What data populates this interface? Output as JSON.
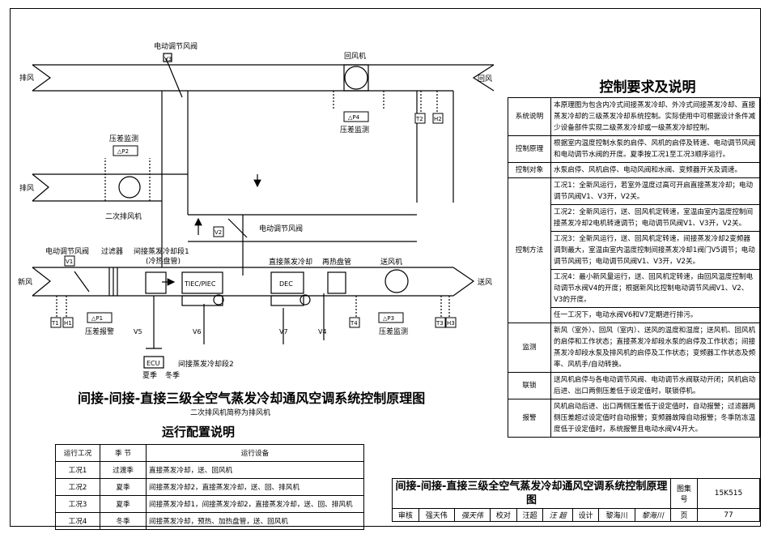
{
  "diagram": {
    "labels": {
      "exhaust_air": "排风",
      "return_air": "回风",
      "fresh_air": "新风",
      "supply_air": "送风",
      "secondary_exhaust": "排风",
      "motor_damper_top": "电动调节风阀",
      "return_fan": "回风机",
      "diff_pressure_monitor_top": "压差监测",
      "secondary_exhaust_fan": "二次排风机",
      "motor_damper_mid": "电动调节风阀",
      "motor_damper_left": "电动调节风阀",
      "filter": "过滤器",
      "indirect_section_1": "间接蒸发冷却段1",
      "indirect_section_1_note": "(冷热盘管)",
      "direct_cooling": "直接蒸发冷却",
      "reheat_coil": "再热盘管",
      "supply_fan": "送风机",
      "diff_pressure_alarm": "压差报警",
      "diff_pressure_monitor_right": "压差监测",
      "indirect_section_2": "间接蒸发冷却段2",
      "summer": "夏季",
      "winter": "冬季",
      "ecu": "ECU",
      "tiec_piec": "TIEC/PIEC",
      "dec": "DEC"
    },
    "tags": {
      "v1": "V1",
      "v2": "V2",
      "v3": "V3",
      "v4": "V4",
      "v5": "V5",
      "v6": "V6",
      "v7": "V7",
      "t1": "T1",
      "h1": "H1",
      "t2": "T2",
      "h2": "H2",
      "t3": "T3",
      "h3": "H3",
      "t4": "T4",
      "p1": "△P1",
      "p2": "△P2",
      "p3": "△P3",
      "p4": "△P4"
    }
  },
  "titles": {
    "main": "间接-间接-直接三级全空气蒸发冷却通风空调系统控制原理图",
    "sub_note": "二次排风机简称为排风机",
    "control": "控制要求及说明",
    "run_config": "运行配置说明"
  },
  "control_table": [
    {
      "cat": "系统说明",
      "desc": "本原理图为包含内冷式间接蒸发冷却、外冷式间接蒸发冷却、直接蒸发冷却的三级蒸发冷却系统控制。实际使用中可根据设计条件减少设备部件实现二级蒸发冷却或一级蒸发冷却控制。"
    },
    {
      "cat": "控制原理",
      "desc": "根据室内温度控制水泵的启停、风机的启停及转速、电动调节风阀和电动调节水阀的开度。夏季按工况1至工况3顺序运行。"
    },
    {
      "cat": "控制对象",
      "desc": "水泵启停、风机启停、电动风阀和水阀、变频器开关及调速。"
    },
    {
      "cat": "控制方法",
      "desc": "工况1：全新风运行，若室外温度过高可开启直接蒸发冷却；电动调节风阀V1、V3开，V2关。"
    },
    {
      "cat": "",
      "desc": "工况2：全新风运行，送、回风机定转速，室温由室内温度控制间接蒸发冷却2电机转速调节；电动调节风阀V1、V3开，V2关。"
    },
    {
      "cat": "",
      "desc": "工况3：全新风运行，送、回风机定转速，间接蒸发冷却2变频器调到最大，室温由室内温度控制间接蒸发冷却1阀门V5调节；电动调节风阀节；电动调节风阀V1、V3开，V2关。"
    },
    {
      "cat": "",
      "desc": "工况4：最小新风量运行，送、回风机定转速，由回风温度控制电动调节水阀V4的开度；根据新风比控制电动调节风阀V1、V2、V3的开度。"
    },
    {
      "cat": "",
      "desc": "任一工况下，电动水阀V6和V7定期进行排污。"
    },
    {
      "cat": "监测",
      "desc": "新风（室外）、回风（室内）、送风的温度和湿度；送风机、回风机的启停和工作状态；直接蒸发冷却段水泵的启停及工作状态；间接蒸发冷却段水泵及排风机的启停及工作状态；变频器工作状态及频率、风机手/自动转换。"
    },
    {
      "cat": "联锁",
      "desc": "送风机启停与各电动调节风阀、电动调节水阀联动开闭；风机启动后进、出口两侧压差低于设定值时，联锁停机。"
    },
    {
      "cat": "报警",
      "desc": "风机启动后进、出口两侧压差低于设定值时，自动报警；过滤器两侧压差超过设定值时自动报警；变频器故障自动报警；冬季防冻温度低于设定值时，系统报警且电动水阀V4开大。"
    }
  ],
  "run_table": {
    "headers": [
      "运行工况",
      "季 节",
      "运行设备"
    ],
    "rows": [
      [
        "工况1",
        "过渡季",
        "直接蒸发冷却，送、回风机"
      ],
      [
        "工况2",
        "夏季",
        "间接蒸发冷却2，直接蒸发冷却，送、回、排风机"
      ],
      [
        "工况3",
        "夏季",
        "间接蒸发冷却1，间接蒸发冷却2，直接蒸发冷却，送、回、排风机"
      ],
      [
        "工况4",
        "冬季",
        "间接蒸发冷却，预热、加热盘管，送、回风机"
      ]
    ]
  },
  "title_block": {
    "drawing_title": "间接-间接-直接三级全空气蒸发冷却通风空调系统控制原理图",
    "atlas_no_label": "图集号",
    "atlas_no": "15K515",
    "review_label": "审核",
    "reviewer": "强天伟",
    "reviewer_sig": "强天伟",
    "check_label": "校对",
    "checker": "汪超",
    "checker_sig": "汪 超",
    "design_label": "设计",
    "designer": "黎海川",
    "designer_sig": "黎海川",
    "page_label": "页",
    "page": "77"
  }
}
